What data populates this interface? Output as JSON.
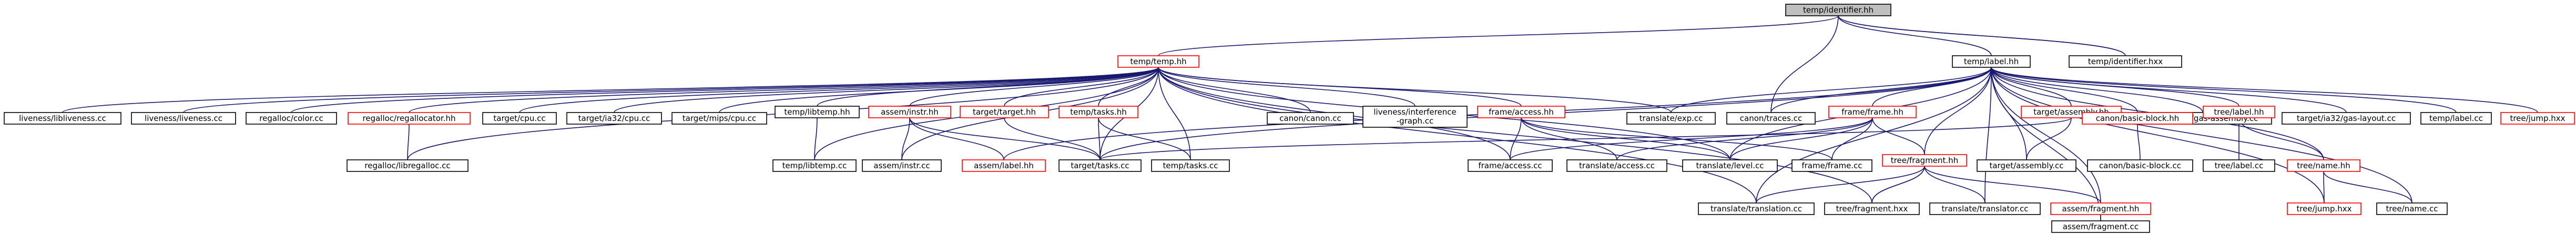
{
  "colors": {
    "edge": "#191970",
    "border_normal": "#000000",
    "border_incomplete": "#ff0000",
    "fill_normal": "#ffffff",
    "fill_root": "#bfbfbf"
  },
  "nodes": [
    {
      "id": "identifier_hh",
      "label": "temp/identifier.hh",
      "style": "root"
    },
    {
      "id": "temp_hh",
      "label": "temp/temp.hh",
      "style": "incomplete"
    },
    {
      "id": "label_hh",
      "label": "temp/label.hh",
      "style": "normal"
    },
    {
      "id": "identifier_hxx",
      "label": "temp/identifier.hxx",
      "style": "normal"
    },
    {
      "id": "liveness_lib",
      "label": "liveness/libliveness.cc",
      "style": "normal"
    },
    {
      "id": "liveness_cc",
      "label": "liveness/liveness.cc",
      "style": "normal"
    },
    {
      "id": "color_cc",
      "label": "regalloc/color.cc",
      "style": "normal"
    },
    {
      "id": "regallocator_hh",
      "label": "regalloc/regallocator.hh",
      "style": "incomplete"
    },
    {
      "id": "cpu_cc",
      "label": "target/cpu.cc",
      "style": "normal"
    },
    {
      "id": "ia32_cpu",
      "label": "target/ia32/cpu.cc",
      "style": "normal"
    },
    {
      "id": "mips_cpu",
      "label": "target/mips/cpu.cc",
      "style": "normal"
    },
    {
      "id": "libtemp_hh",
      "label": "temp/libtemp.hh",
      "style": "normal"
    },
    {
      "id": "instr_hh",
      "label": "assem/instr.hh",
      "style": "incomplete"
    },
    {
      "id": "target_hh",
      "label": "target/target.hh",
      "style": "incomplete"
    },
    {
      "id": "tasks_hh",
      "label": "temp/tasks.hh",
      "style": "incomplete"
    },
    {
      "id": "canon_cc",
      "label": "canon/canon.cc",
      "style": "normal"
    },
    {
      "id": "interference",
      "label": "liveness/interference\n-graph.cc",
      "style": "normal"
    },
    {
      "id": "access_hh",
      "label": "frame/access.hh",
      "style": "incomplete"
    },
    {
      "id": "translate_exp",
      "label": "translate/exp.cc",
      "style": "normal"
    },
    {
      "id": "traces_cc",
      "label": "canon/traces.cc",
      "style": "normal"
    },
    {
      "id": "frame_hh",
      "label": "frame/frame.hh",
      "style": "incomplete"
    },
    {
      "id": "assembly_hh",
      "label": "target/assembly.hh",
      "style": "incomplete"
    },
    {
      "id": "ia32_gas_asm",
      "label": "target/ia32/gas-assembly.cc",
      "style": "normal"
    },
    {
      "id": "ia32_gas_layout",
      "label": "target/ia32/gas-layout.cc",
      "style": "normal"
    },
    {
      "id": "label_cc",
      "label": "temp/label.cc",
      "style": "normal"
    },
    {
      "id": "jump_hxx",
      "label": "tree/jump.hxx",
      "style": "incomplete"
    },
    {
      "id": "basic_block_hh",
      "label": "canon/basic-block.hh",
      "style": "incomplete"
    },
    {
      "id": "tree_label_hh",
      "label": "tree/label.hh",
      "style": "incomplete"
    },
    {
      "id": "libregalloc",
      "label": "regalloc/libregalloc.cc",
      "style": "normal"
    },
    {
      "id": "libtemp_cc",
      "label": "temp/libtemp.cc",
      "style": "normal"
    },
    {
      "id": "instr_cc",
      "label": "assem/instr.cc",
      "style": "normal"
    },
    {
      "id": "assem_label_hh",
      "label": "assem/label.hh",
      "style": "incomplete"
    },
    {
      "id": "target_tasks",
      "label": "target/tasks.cc",
      "style": "normal"
    },
    {
      "id": "temp_tasks",
      "label": "temp/tasks.cc",
      "style": "normal"
    },
    {
      "id": "frame_access",
      "label": "frame/access.cc",
      "style": "normal"
    },
    {
      "id": "translate_access",
      "label": "translate/access.cc",
      "style": "normal"
    },
    {
      "id": "translate_level",
      "label": "translate/level.cc",
      "style": "normal"
    },
    {
      "id": "frame_frame",
      "label": "frame/frame.cc",
      "style": "normal"
    },
    {
      "id": "fragment_hh",
      "label": "tree/fragment.hh",
      "style": "incomplete"
    },
    {
      "id": "target_assembly_cc",
      "label": "target/assembly.cc",
      "style": "normal"
    },
    {
      "id": "basic_block_cc",
      "label": "canon/basic-block.cc",
      "style": "normal"
    },
    {
      "id": "tree_label_cc",
      "label": "tree/label.cc",
      "style": "normal"
    },
    {
      "id": "name_hh",
      "label": "tree/name.hh",
      "style": "incomplete"
    },
    {
      "id": "translation_cc",
      "label": "translate/translation.cc",
      "style": "normal"
    },
    {
      "id": "fragment_hxx",
      "label": "tree/fragment.hxx",
      "style": "normal"
    },
    {
      "id": "translator_cc",
      "label": "translate/translator.cc",
      "style": "normal"
    },
    {
      "id": "assem_fragment_hh",
      "label": "assem/fragment.hh",
      "style": "incomplete"
    },
    {
      "id": "jump_hxx2",
      "label": "tree/jump.hxx",
      "style": "incomplete"
    },
    {
      "id": "tree_name_cc",
      "label": "tree/name.cc",
      "style": "normal"
    },
    {
      "id": "assem_fragment_cc",
      "label": "assem/fragment.cc",
      "style": "normal"
    }
  ],
  "edges": [
    [
      "identifier_hh",
      "temp_hh"
    ],
    [
      "identifier_hh",
      "label_hh"
    ],
    [
      "identifier_hh",
      "identifier_hxx"
    ],
    [
      "identifier_hxx",
      "identifier_hh"
    ],
    [
      "identifier_hh",
      "traces_cc"
    ],
    [
      "temp_hh",
      "liveness_lib"
    ],
    [
      "temp_hh",
      "liveness_cc"
    ],
    [
      "temp_hh",
      "color_cc"
    ],
    [
      "temp_hh",
      "regallocator_hh"
    ],
    [
      "temp_hh",
      "libregalloc"
    ],
    [
      "temp_hh",
      "cpu_cc"
    ],
    [
      "temp_hh",
      "ia32_cpu"
    ],
    [
      "temp_hh",
      "mips_cpu"
    ],
    [
      "temp_hh",
      "libtemp_hh"
    ],
    [
      "temp_hh",
      "libtemp_cc"
    ],
    [
      "temp_hh",
      "instr_hh"
    ],
    [
      "temp_hh",
      "target_hh"
    ],
    [
      "temp_hh",
      "tasks_hh"
    ],
    [
      "temp_hh",
      "temp_tasks"
    ],
    [
      "temp_hh",
      "canon_cc"
    ],
    [
      "temp_hh",
      "interference"
    ],
    [
      "temp_hh",
      "access_hh"
    ],
    [
      "temp_hh",
      "translate_exp"
    ],
    [
      "temp_hh",
      "instr_cc"
    ],
    [
      "temp_hh",
      "target_tasks"
    ],
    [
      "temp_hh",
      "frame_access"
    ],
    [
      "temp_hh",
      "translate_level"
    ],
    [
      "temp_hh",
      "translation_cc"
    ],
    [
      "temp_hh",
      "fragment_hxx"
    ],
    [
      "regallocator_hh",
      "libregalloc"
    ],
    [
      "libtemp_hh",
      "libtemp_cc"
    ],
    [
      "instr_hh",
      "instr_cc"
    ],
    [
      "instr_hh",
      "assem_label_hh"
    ],
    [
      "instr_hh",
      "target_tasks"
    ],
    [
      "target_hh",
      "target_tasks"
    ],
    [
      "tasks_hh",
      "target_tasks"
    ],
    [
      "tasks_hh",
      "temp_tasks"
    ],
    [
      "access_hh",
      "frame_access"
    ],
    [
      "access_hh",
      "translate_access"
    ],
    [
      "access_hh",
      "translate_level"
    ],
    [
      "access_hh",
      "frame_frame"
    ],
    [
      "label_hh",
      "translate_exp"
    ],
    [
      "label_hh",
      "traces_cc"
    ],
    [
      "label_hh",
      "frame_hh"
    ],
    [
      "label_hh",
      "assembly_hh"
    ],
    [
      "label_hh",
      "ia32_gas_asm"
    ],
    [
      "label_hh",
      "ia32_gas_layout"
    ],
    [
      "label_hh",
      "label_cc"
    ],
    [
      "label_hh",
      "jump_hxx"
    ],
    [
      "label_hh",
      "basic_block_hh"
    ],
    [
      "label_hh",
      "tree_label_hh"
    ],
    [
      "label_hh",
      "assem_fragment_hh"
    ],
    [
      "label_hh",
      "assem_fragment_cc"
    ],
    [
      "label_hh",
      "tree_name_cc"
    ],
    [
      "label_hh",
      "translator_cc"
    ],
    [
      "label_hh",
      "fragment_hh"
    ],
    [
      "label_hh",
      "target_assembly_cc"
    ],
    [
      "label_hh",
      "assem_label_hh"
    ],
    [
      "label_hh",
      "target_tasks"
    ],
    [
      "label_hh",
      "translate_level"
    ],
    [
      "label_hh",
      "translation_cc"
    ],
    [
      "label_hh",
      "name_hh"
    ],
    [
      "label_hh",
      "jump_hxx2"
    ],
    [
      "frame_hh",
      "frame_access"
    ],
    [
      "frame_hh",
      "translate_access"
    ],
    [
      "frame_hh",
      "translate_level"
    ],
    [
      "frame_hh",
      "frame_frame"
    ],
    [
      "frame_hh",
      "fragment_hh"
    ],
    [
      "assembly_hh",
      "target_assembly_cc"
    ],
    [
      "assembly_hh",
      "target_tasks"
    ],
    [
      "basic_block_hh",
      "basic_block_cc"
    ],
    [
      "tree_label_hh",
      "tree_label_cc"
    ],
    [
      "tree_label_hh",
      "name_hh"
    ],
    [
      "name_hh",
      "jump_hxx2"
    ],
    [
      "name_hh",
      "tree_name_cc"
    ],
    [
      "fragment_hh",
      "translation_cc"
    ],
    [
      "fragment_hh",
      "fragment_hxx"
    ],
    [
      "fragment_hxx",
      "fragment_hh"
    ],
    [
      "fragment_hh",
      "translator_cc"
    ],
    [
      "fragment_hh",
      "assem_fragment_hh"
    ],
    [
      "assem_fragment_hh",
      "assem_fragment_cc"
    ]
  ]
}
